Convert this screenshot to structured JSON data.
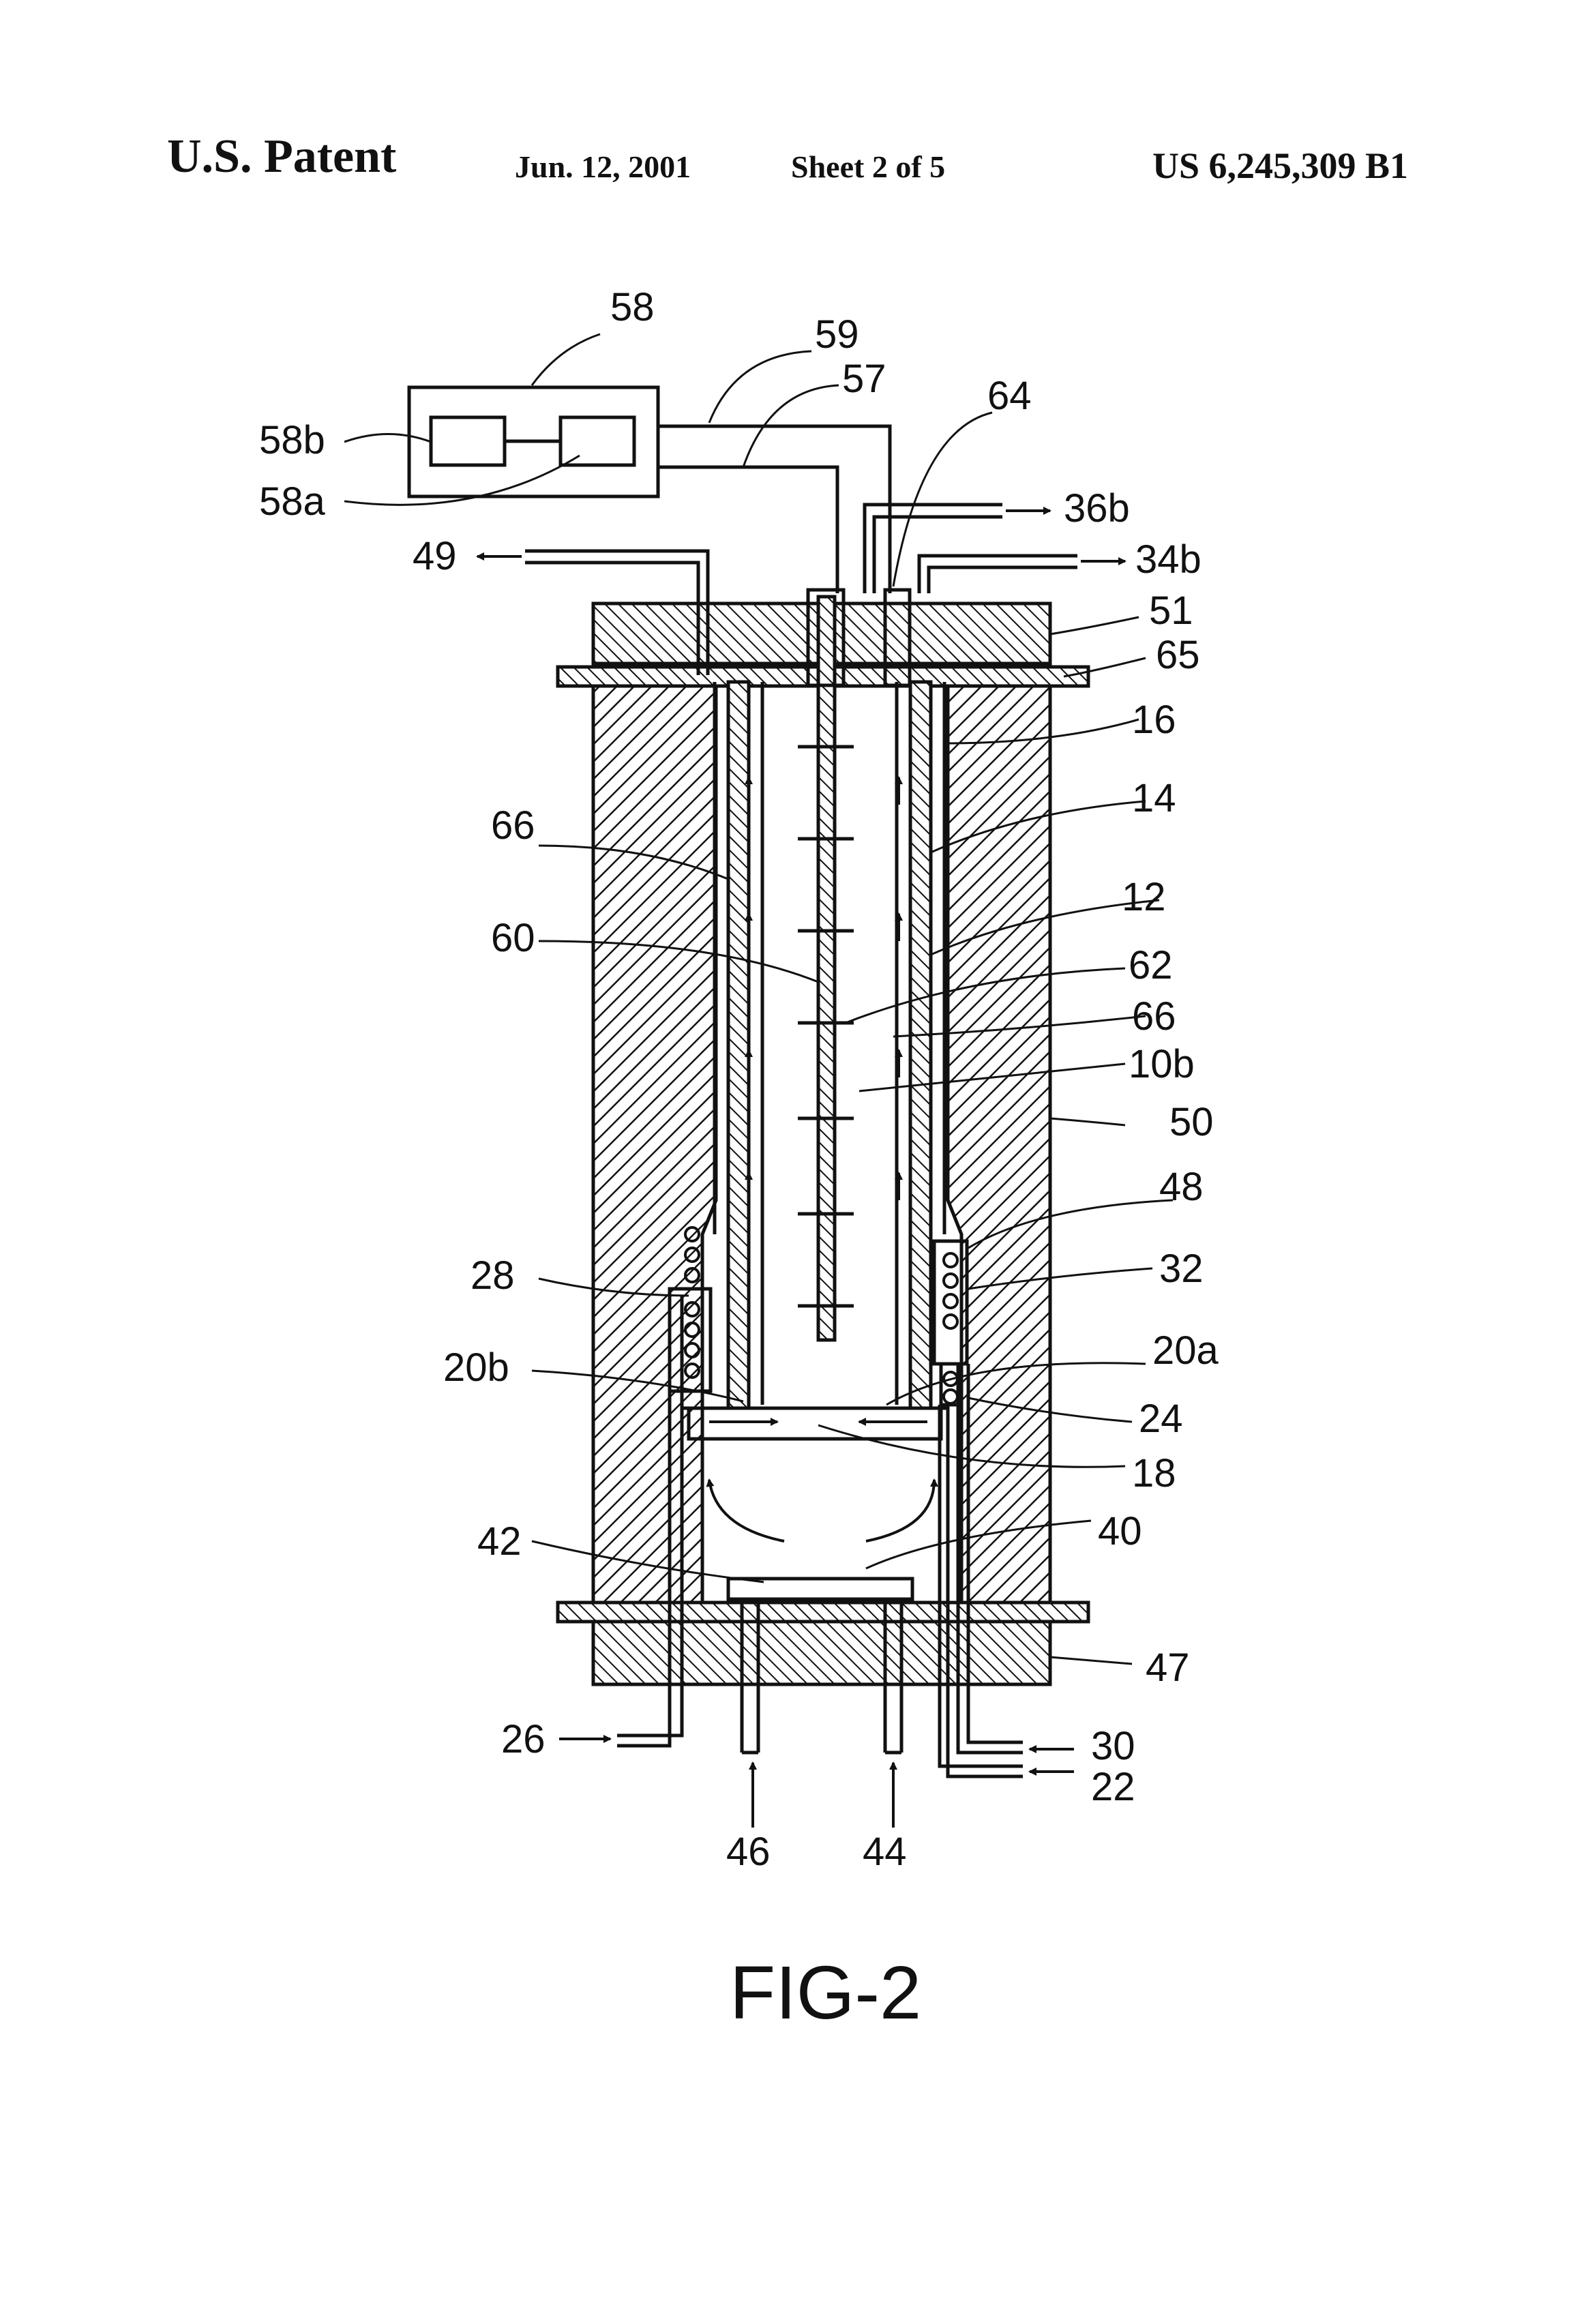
{
  "header": {
    "left": "U.S. Patent",
    "date": "Jun. 12, 2001",
    "sheet": "Sheet 2 of 5",
    "patent_number": "US 6,245,309 B1"
  },
  "figure": {
    "caption": "FIG-2",
    "labels": {
      "l58": "58",
      "l59": "59",
      "l57": "57",
      "l64": "64",
      "l58b": "58b",
      "l58a": "58a",
      "l36b": "36b",
      "l49": "49",
      "l34b": "34b",
      "l51": "51",
      "l65": "65",
      "l16": "16",
      "l14": "14",
      "l66a": "66",
      "l12": "12",
      "l60": "60",
      "l62": "62",
      "l66b": "66",
      "l10b": "10b",
      "l50": "50",
      "l48": "48",
      "l28": "28",
      "l32": "32",
      "l20b": "20b",
      "l20a": "20a",
      "l24": "24",
      "l18": "18",
      "l42": "42",
      "l40": "40",
      "l47": "47",
      "l26": "26",
      "l30": "30",
      "l22": "22",
      "l46": "46",
      "l44": "44"
    }
  },
  "colors": {
    "ink": "#111111",
    "paper": "#ffffff"
  }
}
